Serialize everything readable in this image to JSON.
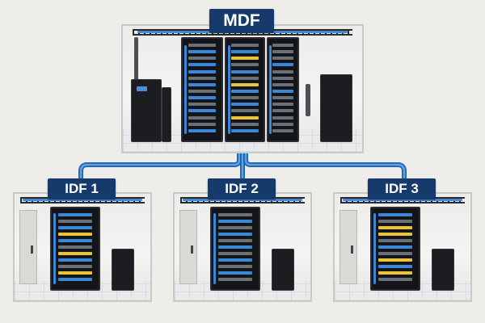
{
  "mdf": {
    "label": "MDF"
  },
  "idfs": [
    {
      "label": "IDF 1"
    },
    {
      "label": "IDF 2"
    },
    {
      "label": "IDF 3"
    }
  ],
  "colors": {
    "label_bg": "#163a6b",
    "cable": "#3b86d6",
    "cable_dark": "#1f5fa8",
    "patch_yellow": "#e8c23a",
    "rack": "#141519"
  }
}
